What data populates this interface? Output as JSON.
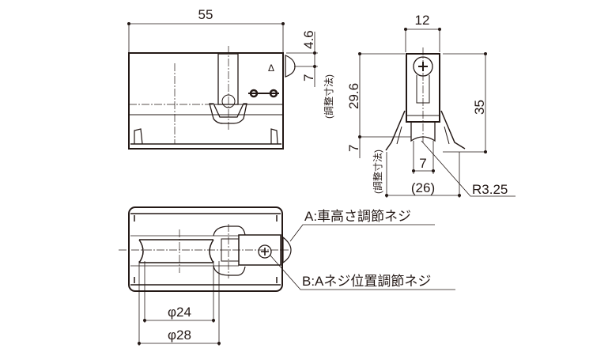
{
  "front_view": {
    "width_dim": "55",
    "top_offset_dim": "4.6",
    "adjust_dim": "7",
    "adjust_note": "(調整寸法)",
    "mark": "Δ"
  },
  "side_view": {
    "top_width_dim": "12",
    "height_dim": "29.6",
    "total_height_dim": "35",
    "adjust_dim": "7",
    "adjust_note": "(調整寸法)",
    "groove_width_dim": "7",
    "overall_width_dim": "(26)",
    "radius_dim": "R3.25"
  },
  "plan_view": {
    "callout_a": "A:車高さ調節ネジ",
    "callout_b": "B:Aネジ位置調節ネジ",
    "wheel_inner_dim": "φ24",
    "wheel_outer_dim": "φ28"
  },
  "colors": {
    "line": "#231815",
    "background": "#ffffff"
  }
}
